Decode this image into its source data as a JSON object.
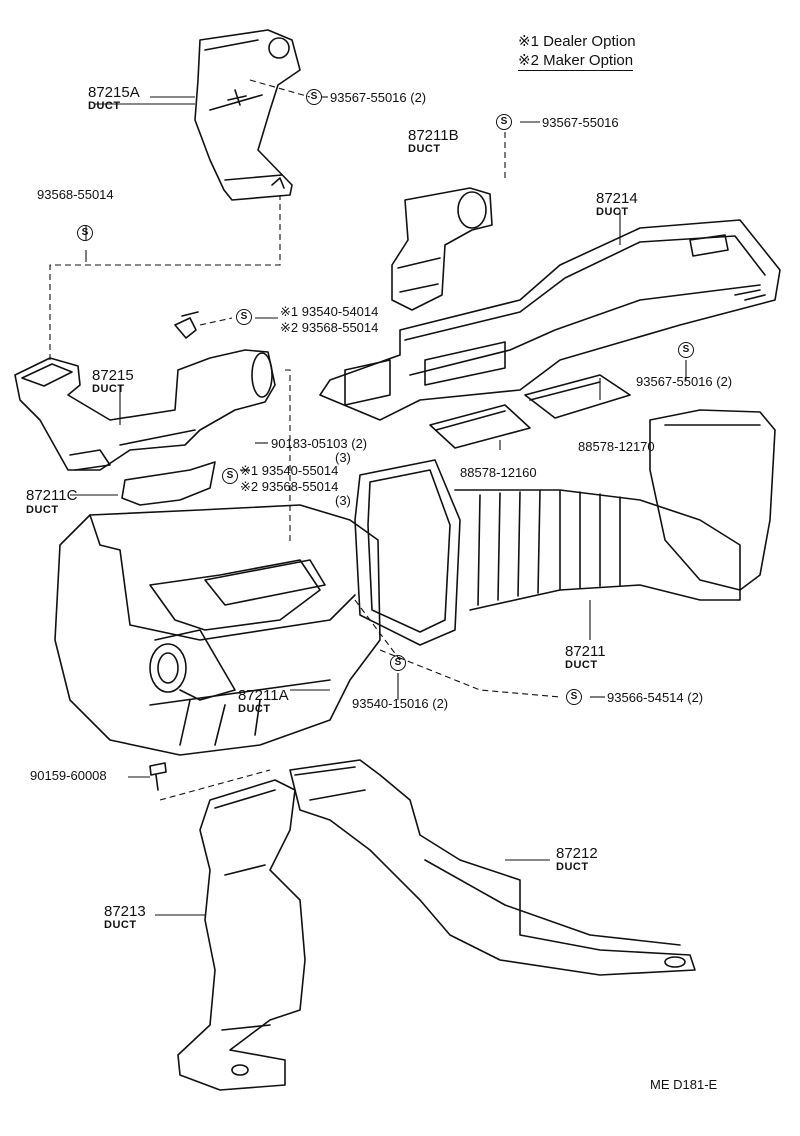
{
  "legend": {
    "opt1": "※1 Dealer Option",
    "opt2": "※2 Maker Option"
  },
  "symbol": "S",
  "parts": {
    "p87215A": {
      "num": "87215A",
      "name": "DUCT"
    },
    "p87211B": {
      "num": "87211B",
      "name": "DUCT"
    },
    "p87214": {
      "num": "87214",
      "name": "DUCT"
    },
    "p87215": {
      "num": "87215",
      "name": "DUCT"
    },
    "p87211C": {
      "num": "87211C",
      "name": "DUCT"
    },
    "p87211": {
      "num": "87211",
      "name": "DUCT"
    },
    "p87211A": {
      "num": "87211A",
      "name": "DUCT"
    },
    "p87212": {
      "num": "87212",
      "name": "DUCT"
    },
    "p87213": {
      "num": "87213",
      "name": "DUCT"
    }
  },
  "fasteners": {
    "f1": "93567-55016 (2)",
    "f2": "93567-55016",
    "f3": "93568-55014",
    "f4": "※1 93540-54014",
    "f5": "※2 93568-55014",
    "f6": "93567-55016 (2)",
    "f7": "88578-12170",
    "f8": "88578-12160",
    "f9": "90183-05103 (2)",
    "f10": "※1 93540-55014",
    "f10q": "(3)",
    "f11": "※2 93568-55014",
    "f11q": "(3)",
    "f12": "93540-15016 (2)",
    "f13": "93566-54514 (2)",
    "f14": "90159-60008"
  },
  "reference": "ME  D181-E"
}
